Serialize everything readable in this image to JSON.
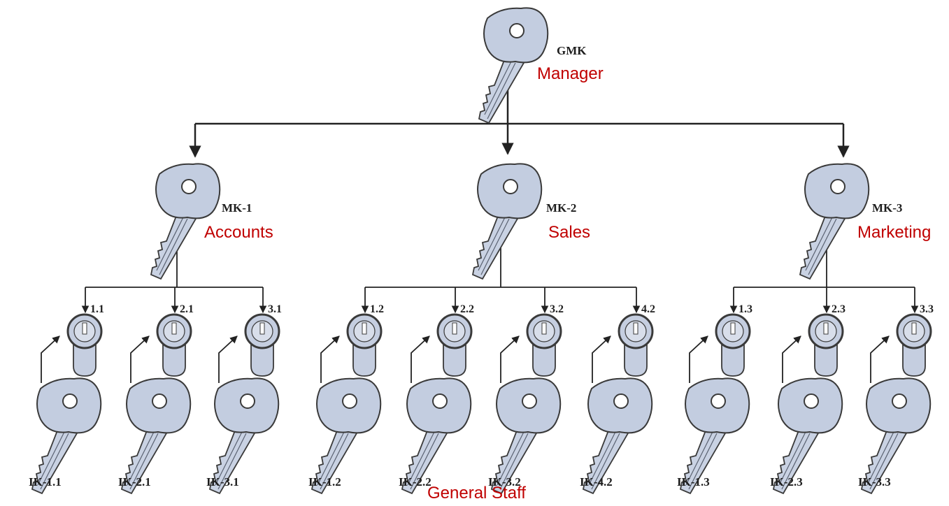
{
  "root": {
    "code": "GMK",
    "role": "Manager"
  },
  "master_keys": [
    {
      "code": "MK-1",
      "role": "Accounts"
    },
    {
      "code": "MK-2",
      "role": "Sales"
    },
    {
      "code": "MK-3",
      "role": "Marketing"
    }
  ],
  "locks": [
    {
      "label": "1.1",
      "key": "IK-1.1"
    },
    {
      "label": "2.1",
      "key": "IK-2.1"
    },
    {
      "label": "3.1",
      "key": "IK-3.1"
    },
    {
      "label": "1.2",
      "key": "IK-1.2"
    },
    {
      "label": "2.2",
      "key": "IK-2.2"
    },
    {
      "label": "3.2",
      "key": "IK-3.2"
    },
    {
      "label": "4.2",
      "key": "IK-4.2"
    },
    {
      "label": "1.3",
      "key": "IK-1.3"
    },
    {
      "label": "2.3",
      "key": "IK-2.3"
    },
    {
      "label": "3.3",
      "key": "IK-3.3"
    }
  ],
  "footer": {
    "role": "General Staff"
  },
  "colors": {
    "role_text": "#c00000",
    "key_fill": "#c3cde0",
    "outline": "#3a3a3a"
  }
}
